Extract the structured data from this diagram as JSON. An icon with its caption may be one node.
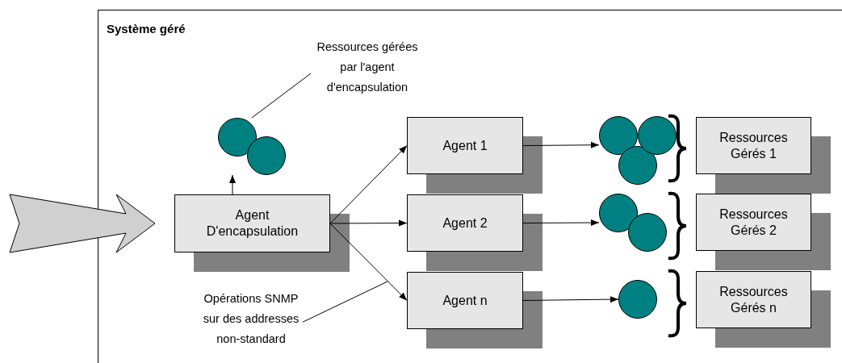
{
  "diagram": {
    "nodes": [
      {
        "text": [
          "Système géré"
        ]
      },
      {
        "text": [],
        "shape": "arrow"
      },
      {
        "text": [
          "Ressources gérées par l'agent d'encapsulation"
        ],
        "in": 0
      },
      {
        "text": [],
        "shape": "circle",
        "in": 0
      },
      {
        "text": [
          "Agent D'encapsulation"
        ],
        "in": 0
      },
      {
        "text": [
          "Opérations SNMP sur des addresses non-standard"
        ],
        "in": 0
      },
      {
        "text": [
          "Agent 1"
        ],
        "in": 0
      },
      {
        "text": [
          "Agent 2"
        ],
        "in": 0
      },
      {
        "text": [
          "Agent n"
        ],
        "in": 0
      },
      {
        "text": [],
        "shape": "circle",
        "in": 0
      },
      {
        "text": [],
        "shape": "circle",
        "in": 0
      },
      {
        "text": [],
        "shape": "circle",
        "in": 0
      },
      {
        "text": [
          "Ressources Gérés 1"
        ],
        "in": 0
      },
      {
        "text": [
          "Ressources Gérés 2"
        ],
        "in": 0
      },
      {
        "text": [
          "Ressources Gérés n"
        ],
        "in": 0
      }
    ],
    "edges": [
      {
        "from": 2,
        "to": 3,
        "arrow": "none"
      },
      {
        "from": 4,
        "to": 3,
        "arrow": "to"
      },
      {
        "from": 4,
        "to": 6,
        "arrow": "to"
      },
      {
        "from": 4,
        "to": 7,
        "arrow": "to"
      },
      {
        "from": 4,
        "to": 8,
        "arrow": "to"
      },
      {
        "from": 5,
        "to": null,
        "arrow": "none"
      },
      {
        "from": 6,
        "to": 9,
        "arrow": "to"
      },
      {
        "from": 7,
        "to": 10,
        "arrow": "to"
      },
      {
        "from": 8,
        "to": 11,
        "arrow": "to"
      }
    ]
  }
}
